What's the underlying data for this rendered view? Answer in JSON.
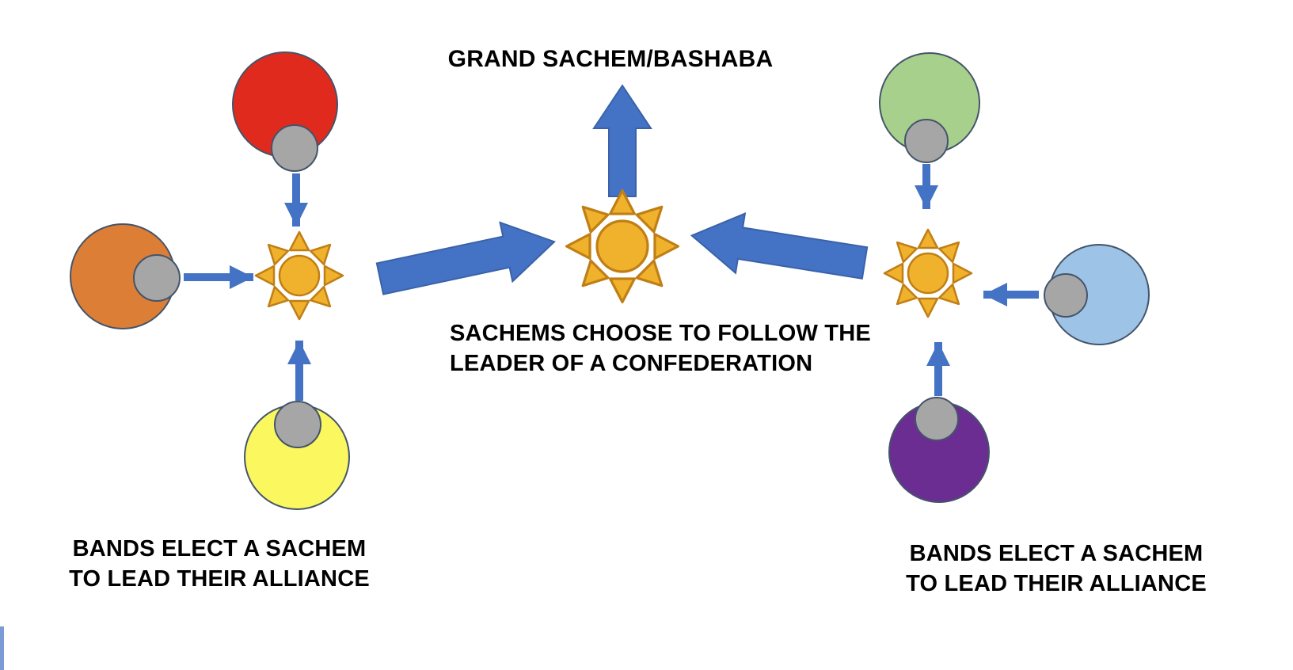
{
  "colors": {
    "background": "#FFFFFF",
    "text": "#000000",
    "arrow_blue": "#4472C4",
    "arrow_outline": "#3A62A8",
    "sun_fill": "#F0B22D",
    "sun_stroke": "#C07F15",
    "leader_gray": "#A6A6A6",
    "circle_outline": "#44546A",
    "edge_artifact": "#7A9BD4"
  },
  "band_colors": {
    "red": "#E02A1E",
    "orange": "#DC7E35",
    "yellow": "#FAF75F",
    "green": "#A8D08D",
    "light_blue": "#9DC3E6",
    "purple": "#6C2D92"
  },
  "labels": {
    "grand_sachem": "GRAND SACHEM/BASHABA",
    "center_caption": {
      "line1": "SACHEMS CHOOSE TO FOLLOW THE",
      "line2": "LEADER OF A CONFEDERATION"
    },
    "left_caption": {
      "line1": "BANDS ELECT A SACHEM",
      "line2": "TO LEAD THEIR ALLIANCE"
    },
    "right_caption": {
      "line1": "BANDS ELECT A SACHEM",
      "line2": "TO LEAD THEIR ALLIANCE"
    }
  },
  "icons": {
    "sun": "eight-ray-sun-shape",
    "band": "filled-circle",
    "leader": "gray-dot-on-band-edge",
    "small_arrow": "thin-blue-arrow",
    "big_arrow": "blue-block-arrow"
  },
  "structure": {
    "left_alliance_bands": [
      "red",
      "orange",
      "yellow"
    ],
    "right_alliance_bands": [
      "green",
      "light_blue",
      "purple"
    ],
    "flow": "bands -> alliance sachem (sun) -> confederation leader (center sun) -> grand sachem/bashaba"
  }
}
